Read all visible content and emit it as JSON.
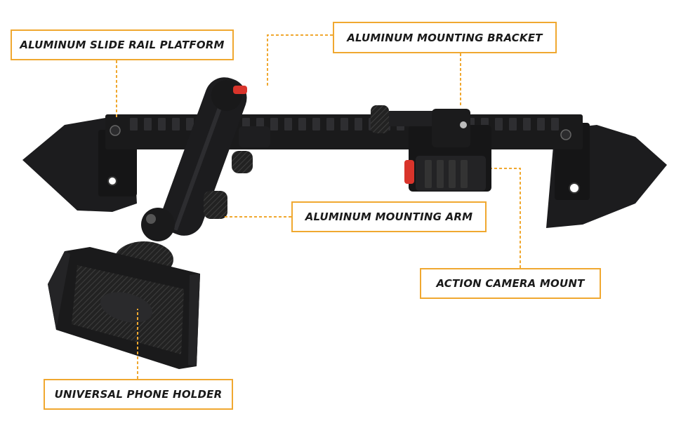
{
  "callouts": {
    "rail_platform": "ALUMINUM SLIDE RAIL PLATFORM",
    "mounting_bracket": "ALUMINUM MOUNTING BRACKET",
    "mounting_arm": "ALUMINUM MOUNTING ARM",
    "camera_mount": "ACTION CAMERA MOUNT",
    "phone_holder": "UNIVERSAL PHONE HOLDER"
  },
  "colors": {
    "accent": "#f0a830",
    "product": "#1c1c1e",
    "highlight": "#d9342b"
  }
}
